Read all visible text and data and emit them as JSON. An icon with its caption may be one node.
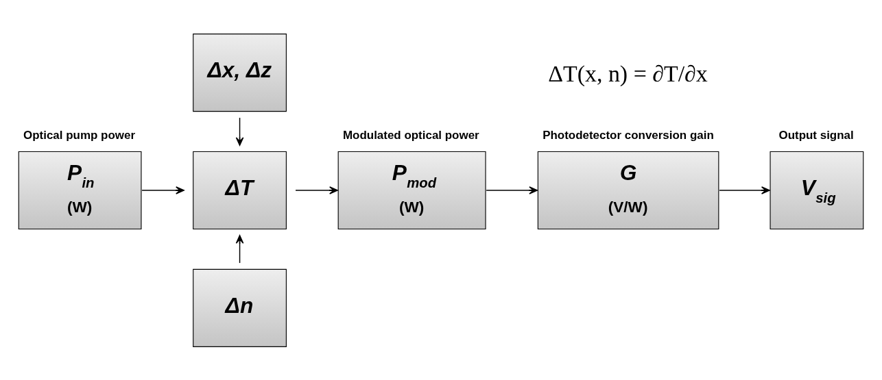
{
  "diagram": {
    "nodes": [
      {
        "text": [
          "Optical pump power",
          "P$_{in}$",
          "(W)"
        ]
      },
      {
        "text": [
          "Δx, Δz"
        ]
      },
      {
        "text": [
          "ΔT"
        ]
      },
      {
        "text": [
          "Δn"
        ]
      },
      {
        "text": [
          "Modulated optical power",
          "P$_{mod}$",
          "(W)"
        ]
      },
      {
        "text": [
          "Photodetector conversion gain",
          "G",
          "(V/W)"
        ]
      },
      {
        "text": [
          "Output signal",
          "V$_{sig}$"
        ]
      }
    ],
    "edges": [
      {
        "from": 0,
        "to": 2,
        "arrow": "to"
      },
      {
        "from": 1,
        "to": 2,
        "arrow": "to"
      },
      {
        "from": 3,
        "to": 2,
        "arrow": "to"
      },
      {
        "from": 2,
        "to": 4,
        "arrow": "to"
      },
      {
        "from": 4,
        "to": 5,
        "arrow": "to"
      },
      {
        "from": 5,
        "to": 6,
        "arrow": "to"
      }
    ],
    "labels": [
      "ΔT(x, n) = ∂T/∂x"
    ]
  }
}
